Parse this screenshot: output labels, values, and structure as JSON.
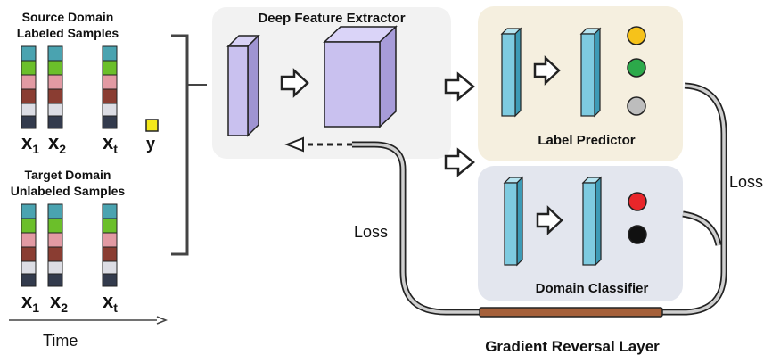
{
  "source": {
    "title_line1": "Source Domain",
    "title_line2": "Labeled Samples",
    "var_x1": "x",
    "sub_1": "1",
    "var_x2": "x",
    "sub_2": "2",
    "var_xt": "x",
    "sub_t": "t",
    "label_y": "y"
  },
  "target": {
    "title_line1": "Target Domain",
    "title_line2": "Unlabeled Samples",
    "var_x1": "x",
    "sub_1": "1",
    "var_x2": "x",
    "sub_2": "2",
    "var_xt": "x",
    "sub_t": "t"
  },
  "time_label": "Time",
  "feature_extractor": {
    "title": "Deep Feature Extractor"
  },
  "label_predictor": {
    "title": "Label Predictor"
  },
  "domain_classifier": {
    "title": "Domain Classifier"
  },
  "loss_right": "Loss",
  "loss_left": "Loss",
  "grl": {
    "title": "Gradient Reversal Layer"
  },
  "colors": {
    "segment_teal": "#4aa3b0",
    "segment_green": "#6bbf2a",
    "segment_pink": "#e29aa3",
    "segment_brown": "#8a3d32",
    "segment_light": "#dcdde4",
    "segment_dark": "#333b4d",
    "cube": "#c9c1ef",
    "layer_cyan": "#7ecbe0",
    "predictor_bg": "#f5efdf",
    "classifier_bg": "#e3e6ee",
    "extractor_bg": "#f2f2f2",
    "dot_orange": "#f6c21a",
    "dot_green": "#2ca94a",
    "dot_gray": "#bdbdbd",
    "dot_red": "#e8262a",
    "dot_black": "#111111",
    "label_yellow": "#f3e81a",
    "grl_brown": "#a5603a"
  }
}
